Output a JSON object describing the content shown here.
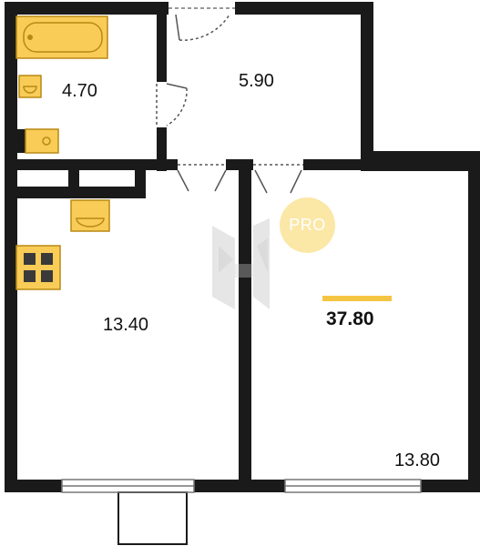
{
  "rooms": {
    "bathroom": "4.70",
    "hallway": "5.90",
    "kitchen": "13.40",
    "bedroom": "13.80"
  },
  "total_area": "37.80",
  "badge": "PRO",
  "colors": {
    "wall": "#1a1a1a",
    "fixture_fill": "#f9cb57",
    "badge_fill": "#fbe7a6",
    "accent": "#f4c542",
    "window_frame": "#777777"
  }
}
